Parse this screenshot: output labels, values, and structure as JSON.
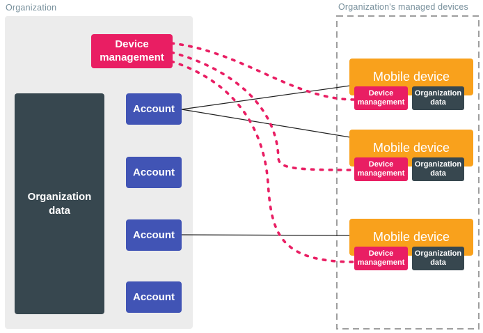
{
  "org_panel": {
    "label": "Organization",
    "device_management_label": "Device management",
    "organization_data_label": "Organization data",
    "accounts": [
      "Account",
      "Account",
      "Account",
      "Account"
    ]
  },
  "devices_panel": {
    "label": "Organization's managed devices",
    "devices": [
      {
        "title": "Mobile device",
        "device_management_label": "Device management",
        "organization_data_label": "Organization data"
      },
      {
        "title": "Mobile device",
        "device_management_label": "Device management",
        "organization_data_label": "Organization data"
      },
      {
        "title": "Mobile device",
        "device_management_label": "Device management",
        "organization_data_label": "Organization data"
      }
    ]
  },
  "connections": [
    {
      "type": "solid",
      "from": "account-1",
      "to": "mobile-device-1"
    },
    {
      "type": "solid",
      "from": "account-1",
      "to": "mobile-device-2"
    },
    {
      "type": "solid",
      "from": "account-3",
      "to": "mobile-device-3"
    },
    {
      "type": "dotted",
      "from": "device-management",
      "to": "mobile-device-1-device-management"
    },
    {
      "type": "dotted",
      "from": "device-management",
      "to": "mobile-device-2-device-management"
    },
    {
      "type": "dotted",
      "from": "device-management",
      "to": "mobile-device-3-device-management"
    }
  ],
  "colors": {
    "pink": "#E91E63",
    "indigo": "#4154B5",
    "orange": "#F9A11C",
    "slate": "#37474F",
    "panel_gray": "#ECECEC",
    "dashed_border": "#9E9E9E",
    "label_text": "#78909C",
    "line": "#212121"
  }
}
